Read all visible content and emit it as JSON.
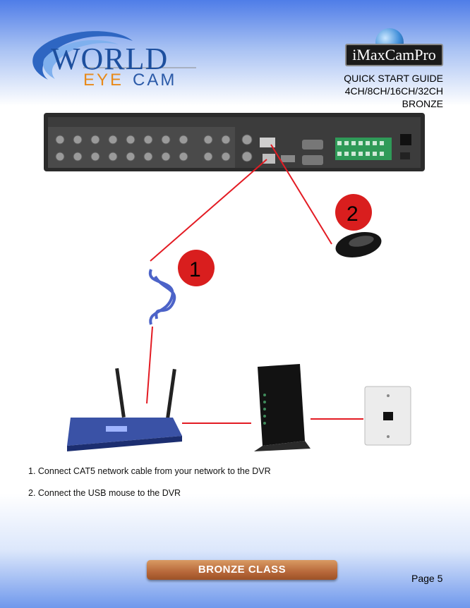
{
  "header": {
    "logo": {
      "word1": "WORLD",
      "word2a": "EYE",
      "word2b": "CAM"
    },
    "brand": "iMaxCamPro",
    "guide_lines": [
      "QUICK START GUIDE",
      "4CH/8CH/16CH/32CH",
      "BRONZE"
    ]
  },
  "diagram": {
    "badges": [
      "1",
      "2"
    ]
  },
  "instructions": {
    "step1": "1. Connect CAT5 network cable from your network to the DVR",
    "step2": "2. Connect the USB mouse to the DVR"
  },
  "footer": {
    "class_label": "BRONZE CLASS",
    "page": "Page 5"
  },
  "colors": {
    "cable": "#e31b23",
    "badge": "#d91e1e",
    "router": "#3a52a6",
    "button": "#b8683a"
  }
}
